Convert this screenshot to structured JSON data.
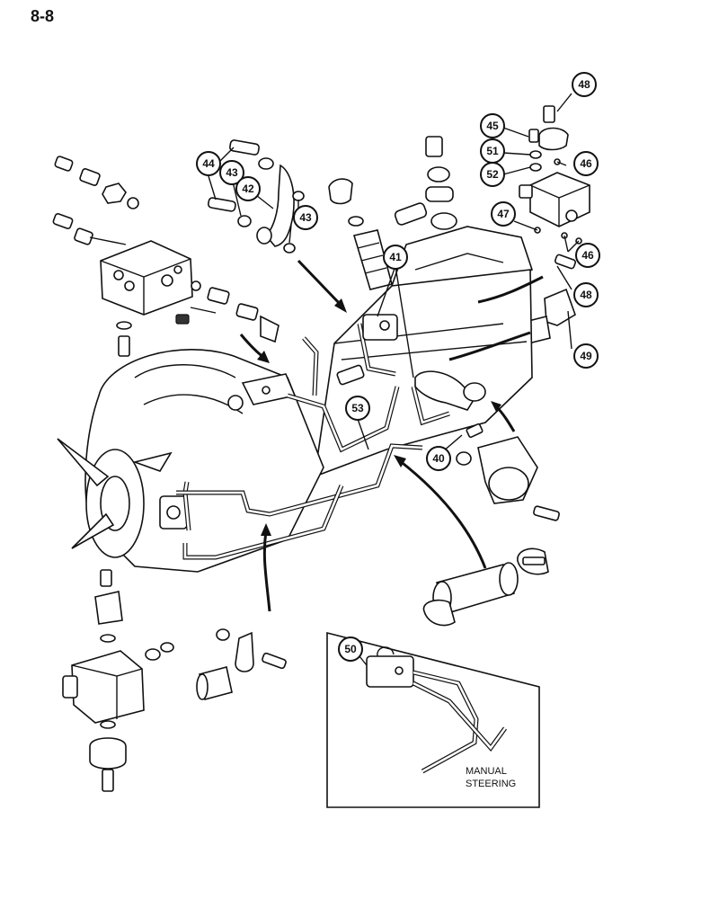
{
  "page": {
    "number": "8-8"
  },
  "callouts": [
    {
      "id": "48a",
      "label": "48"
    },
    {
      "id": "45",
      "label": "45"
    },
    {
      "id": "51",
      "label": "51"
    },
    {
      "id": "52",
      "label": "52"
    },
    {
      "id": "46a",
      "label": "46"
    },
    {
      "id": "46b",
      "label": "46"
    },
    {
      "id": "47",
      "label": "47"
    },
    {
      "id": "48b",
      "label": "48"
    },
    {
      "id": "49",
      "label": "49"
    },
    {
      "id": "44",
      "label": "44"
    },
    {
      "id": "43a",
      "label": "43"
    },
    {
      "id": "42",
      "label": "42"
    },
    {
      "id": "43b",
      "label": "43"
    },
    {
      "id": "41",
      "label": "41"
    },
    {
      "id": "53",
      "label": "53"
    },
    {
      "id": "40",
      "label": "40"
    },
    {
      "id": "50",
      "label": "50"
    }
  ],
  "inset": {
    "caption_line1": "MANUAL",
    "caption_line2": "STEERING"
  }
}
